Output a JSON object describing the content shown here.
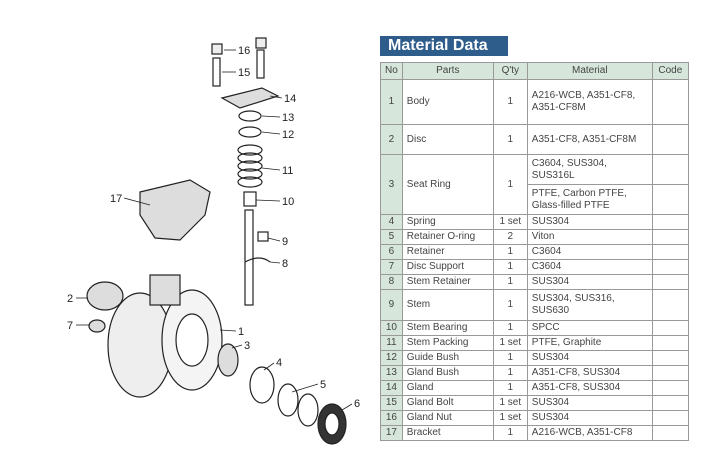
{
  "title": "Material Data",
  "headers": [
    "No",
    "Parts",
    "Q'ty",
    "Material",
    "Code"
  ],
  "rows": [
    {
      "no": "1",
      "part": "Body",
      "qty": "1",
      "material": [
        "A216-WCB, A351-CF8, A351-CF8M"
      ]
    },
    {
      "no": "2",
      "part": "Disc",
      "qty": "1",
      "material": [
        "A351-CF8, A351-CF8M"
      ]
    },
    {
      "no": "3",
      "part": "Seat Ring",
      "qty": "1",
      "material": [
        "C3604, SUS304, SUS316L",
        "PTFE, Carbon PTFE, Glass-filled PTFE"
      ]
    },
    {
      "no": "4",
      "part": "Spring",
      "qty": "1 set",
      "material": [
        "SUS304"
      ]
    },
    {
      "no": "5",
      "part": "Retainer O-ring",
      "qty": "2",
      "material": [
        "Viton"
      ]
    },
    {
      "no": "6",
      "part": "Retainer",
      "qty": "1",
      "material": [
        "C3604"
      ]
    },
    {
      "no": "7",
      "part": "Disc Support",
      "qty": "1",
      "material": [
        "C3604"
      ]
    },
    {
      "no": "8",
      "part": "Stem Retainer",
      "qty": "1",
      "material": [
        "SUS304"
      ]
    },
    {
      "no": "9",
      "part": "Stem",
      "qty": "1",
      "material": [
        "SUS304, SUS316, SUS630"
      ]
    },
    {
      "no": "10",
      "part": "Stem Bearing",
      "qty": "1",
      "material": [
        "SPCC"
      ]
    },
    {
      "no": "11",
      "part": "Stem Packing",
      "qty": "1 set",
      "material": [
        "PTFE, Graphite"
      ]
    },
    {
      "no": "12",
      "part": "Guide Bush",
      "qty": "1",
      "material": [
        "SUS304"
      ]
    },
    {
      "no": "13",
      "part": "Gland Bush",
      "qty": "1",
      "material": [
        "A351-CF8, SUS304"
      ]
    },
    {
      "no": "14",
      "part": "Gland",
      "qty": "1",
      "material": [
        "A351-CF8, SUS304"
      ]
    },
    {
      "no": "15",
      "part": "Gland Bolt",
      "qty": "1 set",
      "material": [
        "SUS304"
      ]
    },
    {
      "no": "16",
      "part": "Gland Nut",
      "qty": "1 set",
      "material": [
        "SUS304"
      ]
    },
    {
      "no": "17",
      "part": "Bracket",
      "qty": "1",
      "material": [
        "A216-WCB, A351-CF8"
      ]
    }
  ],
  "callouts": [
    "16",
    "15",
    "14",
    "13",
    "12",
    "11",
    "10",
    "17",
    "9",
    "8",
    "2",
    "7",
    "1",
    "3",
    "4",
    "5",
    "6"
  ]
}
